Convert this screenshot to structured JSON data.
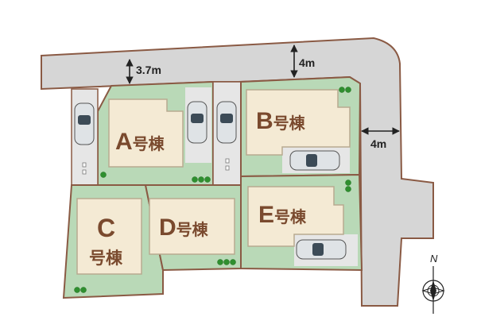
{
  "lots": {
    "a": {
      "letter": "A",
      "suffix": "号棟"
    },
    "b": {
      "letter": "B",
      "suffix": "号棟"
    },
    "c": {
      "letter": "C",
      "suffix": "号棟"
    },
    "d": {
      "letter": "D",
      "suffix": "号棟"
    },
    "e": {
      "letter": "E",
      "suffix": "号棟"
    }
  },
  "roads": {
    "north_width": "3.7m",
    "north_east_width": "4m",
    "east_width": "4m"
  },
  "compass": {
    "north_label": "N"
  },
  "colors": {
    "lot_green": "#b9d9b7",
    "road_gray": "#d6d6d6",
    "house_beige": "#f4ead4",
    "boundary_brown": "#8a5a44",
    "label_brown": "#7a4a2e",
    "tree_green": "#2f8f2f"
  }
}
